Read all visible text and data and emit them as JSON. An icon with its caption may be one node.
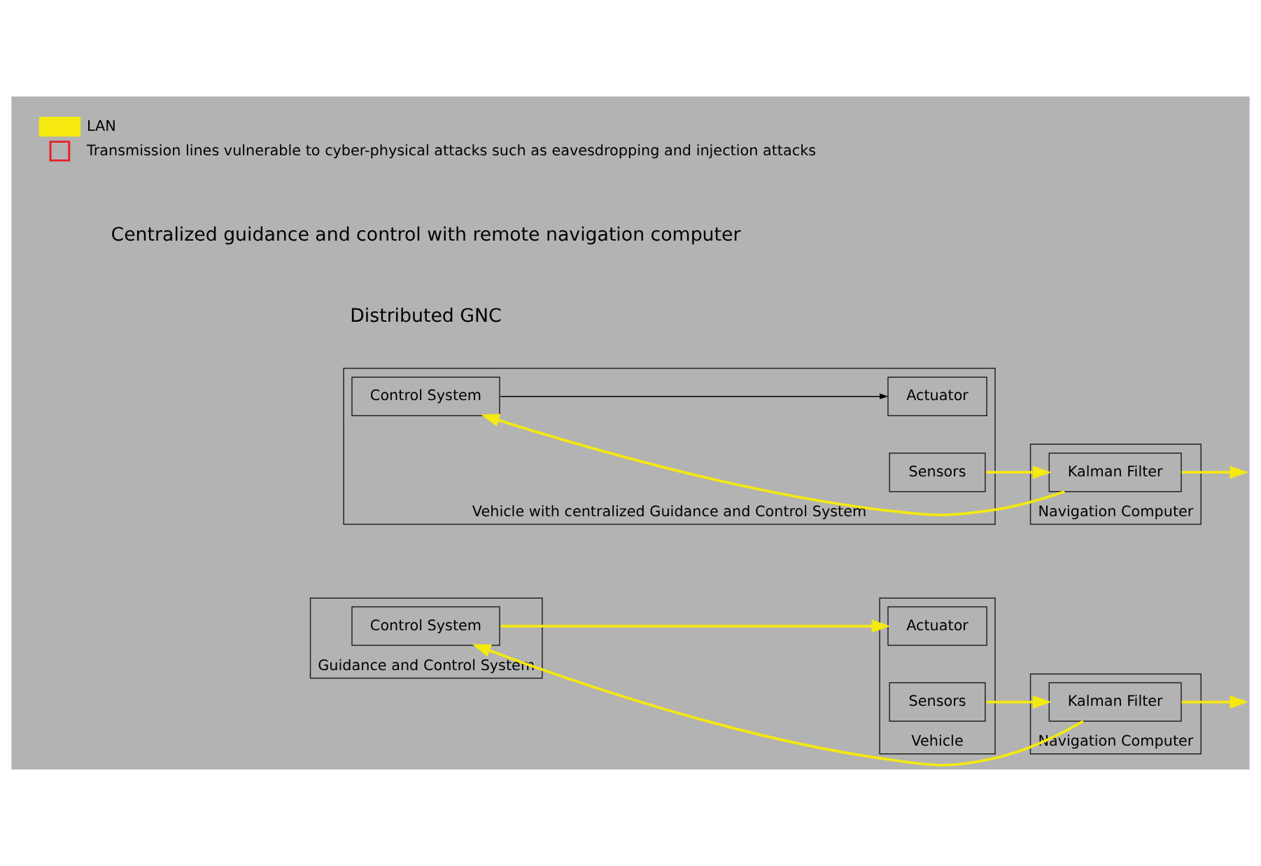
{
  "diagram": {
    "nodes": [
      {
        "text": [
          "Guidance and Control System"
        ]
      },
      {
        "text": [
          "Control System"
        ],
        "in": 0
      },
      {
        "text": [
          "Vehicle"
        ]
      },
      {
        "text": [
          "Actuator"
        ],
        "in": 2
      },
      {
        "text": [
          "Sensors"
        ],
        "in": 2
      },
      {
        "text": [
          "Navigation Computer"
        ]
      },
      {
        "text": [
          "Kalman Filter"
        ],
        "in": 5
      },
      {
        "text": [
          "Vehicle with centralized Guidance and Control System"
        ]
      },
      {
        "text": [
          "Control System"
        ],
        "in": 7
      },
      {
        "text": [
          "Actuator"
        ],
        "in": 7
      },
      {
        "text": [
          "Sensors"
        ],
        "in": 7
      },
      {
        "text": [
          "Navigation Computer"
        ]
      },
      {
        "text": [
          "Kalman Filter"
        ],
        "in": 11
      }
    ],
    "edges": [
      {
        "from": 1,
        "to": 3,
        "arrow": "to"
      },
      {
        "from": 4,
        "to": 6,
        "arrow": "to"
      },
      {
        "from": 6,
        "to": null,
        "arrow": "to"
      },
      {
        "from": 6,
        "to": 1,
        "arrow": "to"
      },
      {
        "from": 8,
        "to": 9,
        "arrow": "to",
        "color": "#000000"
      },
      {
        "from": 10,
        "to": 12,
        "arrow": "to"
      },
      {
        "from": 12,
        "to": null,
        "arrow": "to"
      },
      {
        "from": 12,
        "to": 8,
        "arrow": "to"
      }
    ],
    "labels": [
      "Distributed GNC",
      "Centralized guidance and control with remote navigation computer"
    ],
    "legend": [
      {
        "text": "LAN",
        "color": "#f5e90f"
      },
      {
        "text": "Transmission lines vulnerable to cyber-physical attacks such as eavesdropping and injection attacks"
      }
    ]
  }
}
